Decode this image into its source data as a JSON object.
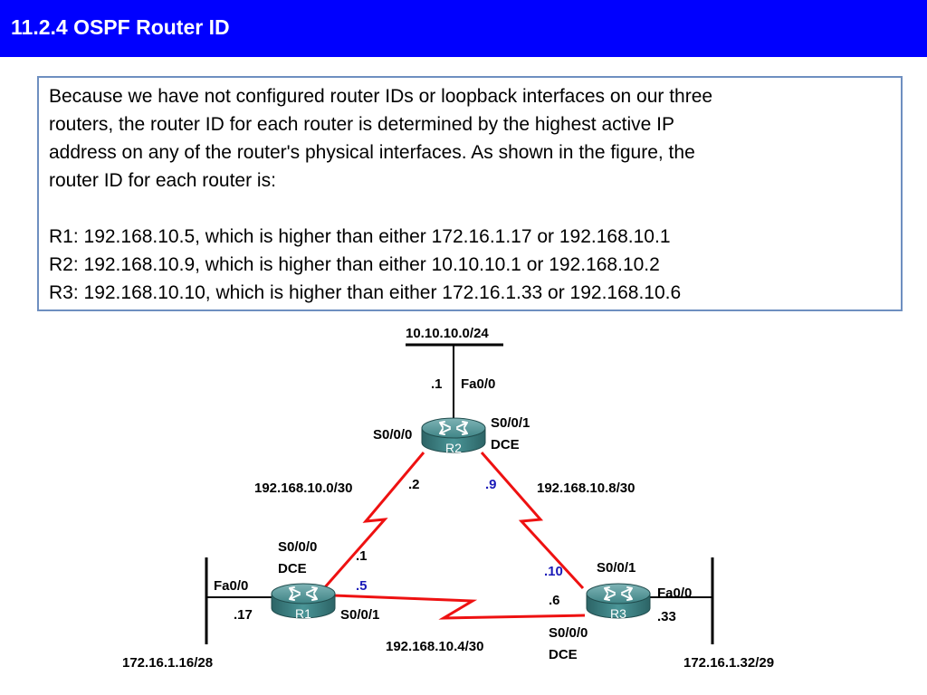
{
  "header": {
    "title": "11.2.4 OSPF Router ID"
  },
  "description": {
    "lines": [
      "Because we have not configured router IDs or loopback interfaces on our three",
      "routers, the router ID for each router is determined by the highest active IP",
      "address on any of the router's physical interfaces. As shown in the figure, the",
      "router ID for each router is:",
      "R1: 192.168.10.5, which is higher than either 172.16.1.17 or 192.168.10.1",
      "R2: 192.168.10.9, which is higher than either 10.10.10.1 or 192.168.10.2",
      "R3: 192.168.10.10, which is higher than either 172.16.1.33 or 192.168.10.6"
    ]
  },
  "colors": {
    "title_bg": "#0000ff",
    "title_text": "#ffffff",
    "box_border": "#6e8fc0",
    "serial_link": "#ee1111",
    "router_body": "#3f8486",
    "blue_label": "#1a1ab8"
  },
  "diagram": {
    "routers": {
      "r1": "R1",
      "r2": "R2",
      "r3": "R3"
    },
    "networks": {
      "top_lan": "10.10.10.0/24",
      "r1_lan": "172.16.1.16/28",
      "r3_lan": "172.16.1.32/29",
      "link_r1_r2": "192.168.10.0/30",
      "link_r2_r3": "192.168.10.8/30",
      "link_r1_r3": "192.168.10.4/30"
    },
    "r2": {
      "fa_host": ".1",
      "fa_iface": "Fa0/0",
      "s000_iface": "S0/0/0",
      "s001_iface": "S0/0/1",
      "dce": "DCE",
      "s000_host": ".2",
      "s001_host": ".9"
    },
    "r1": {
      "s000_iface": "S0/0/0",
      "dce": "DCE",
      "s000_host": ".1",
      "s001_host": ".5",
      "fa_iface": "Fa0/0",
      "fa_host": ".17",
      "s001_iface": "S0/0/1"
    },
    "r3": {
      "s001_iface": "S0/0/1",
      "s001_host": ".10",
      "s000_host": ".6",
      "fa_iface": "Fa0/0",
      "fa_host": ".33",
      "s000_iface": "S0/0/0",
      "dce": "DCE"
    }
  }
}
